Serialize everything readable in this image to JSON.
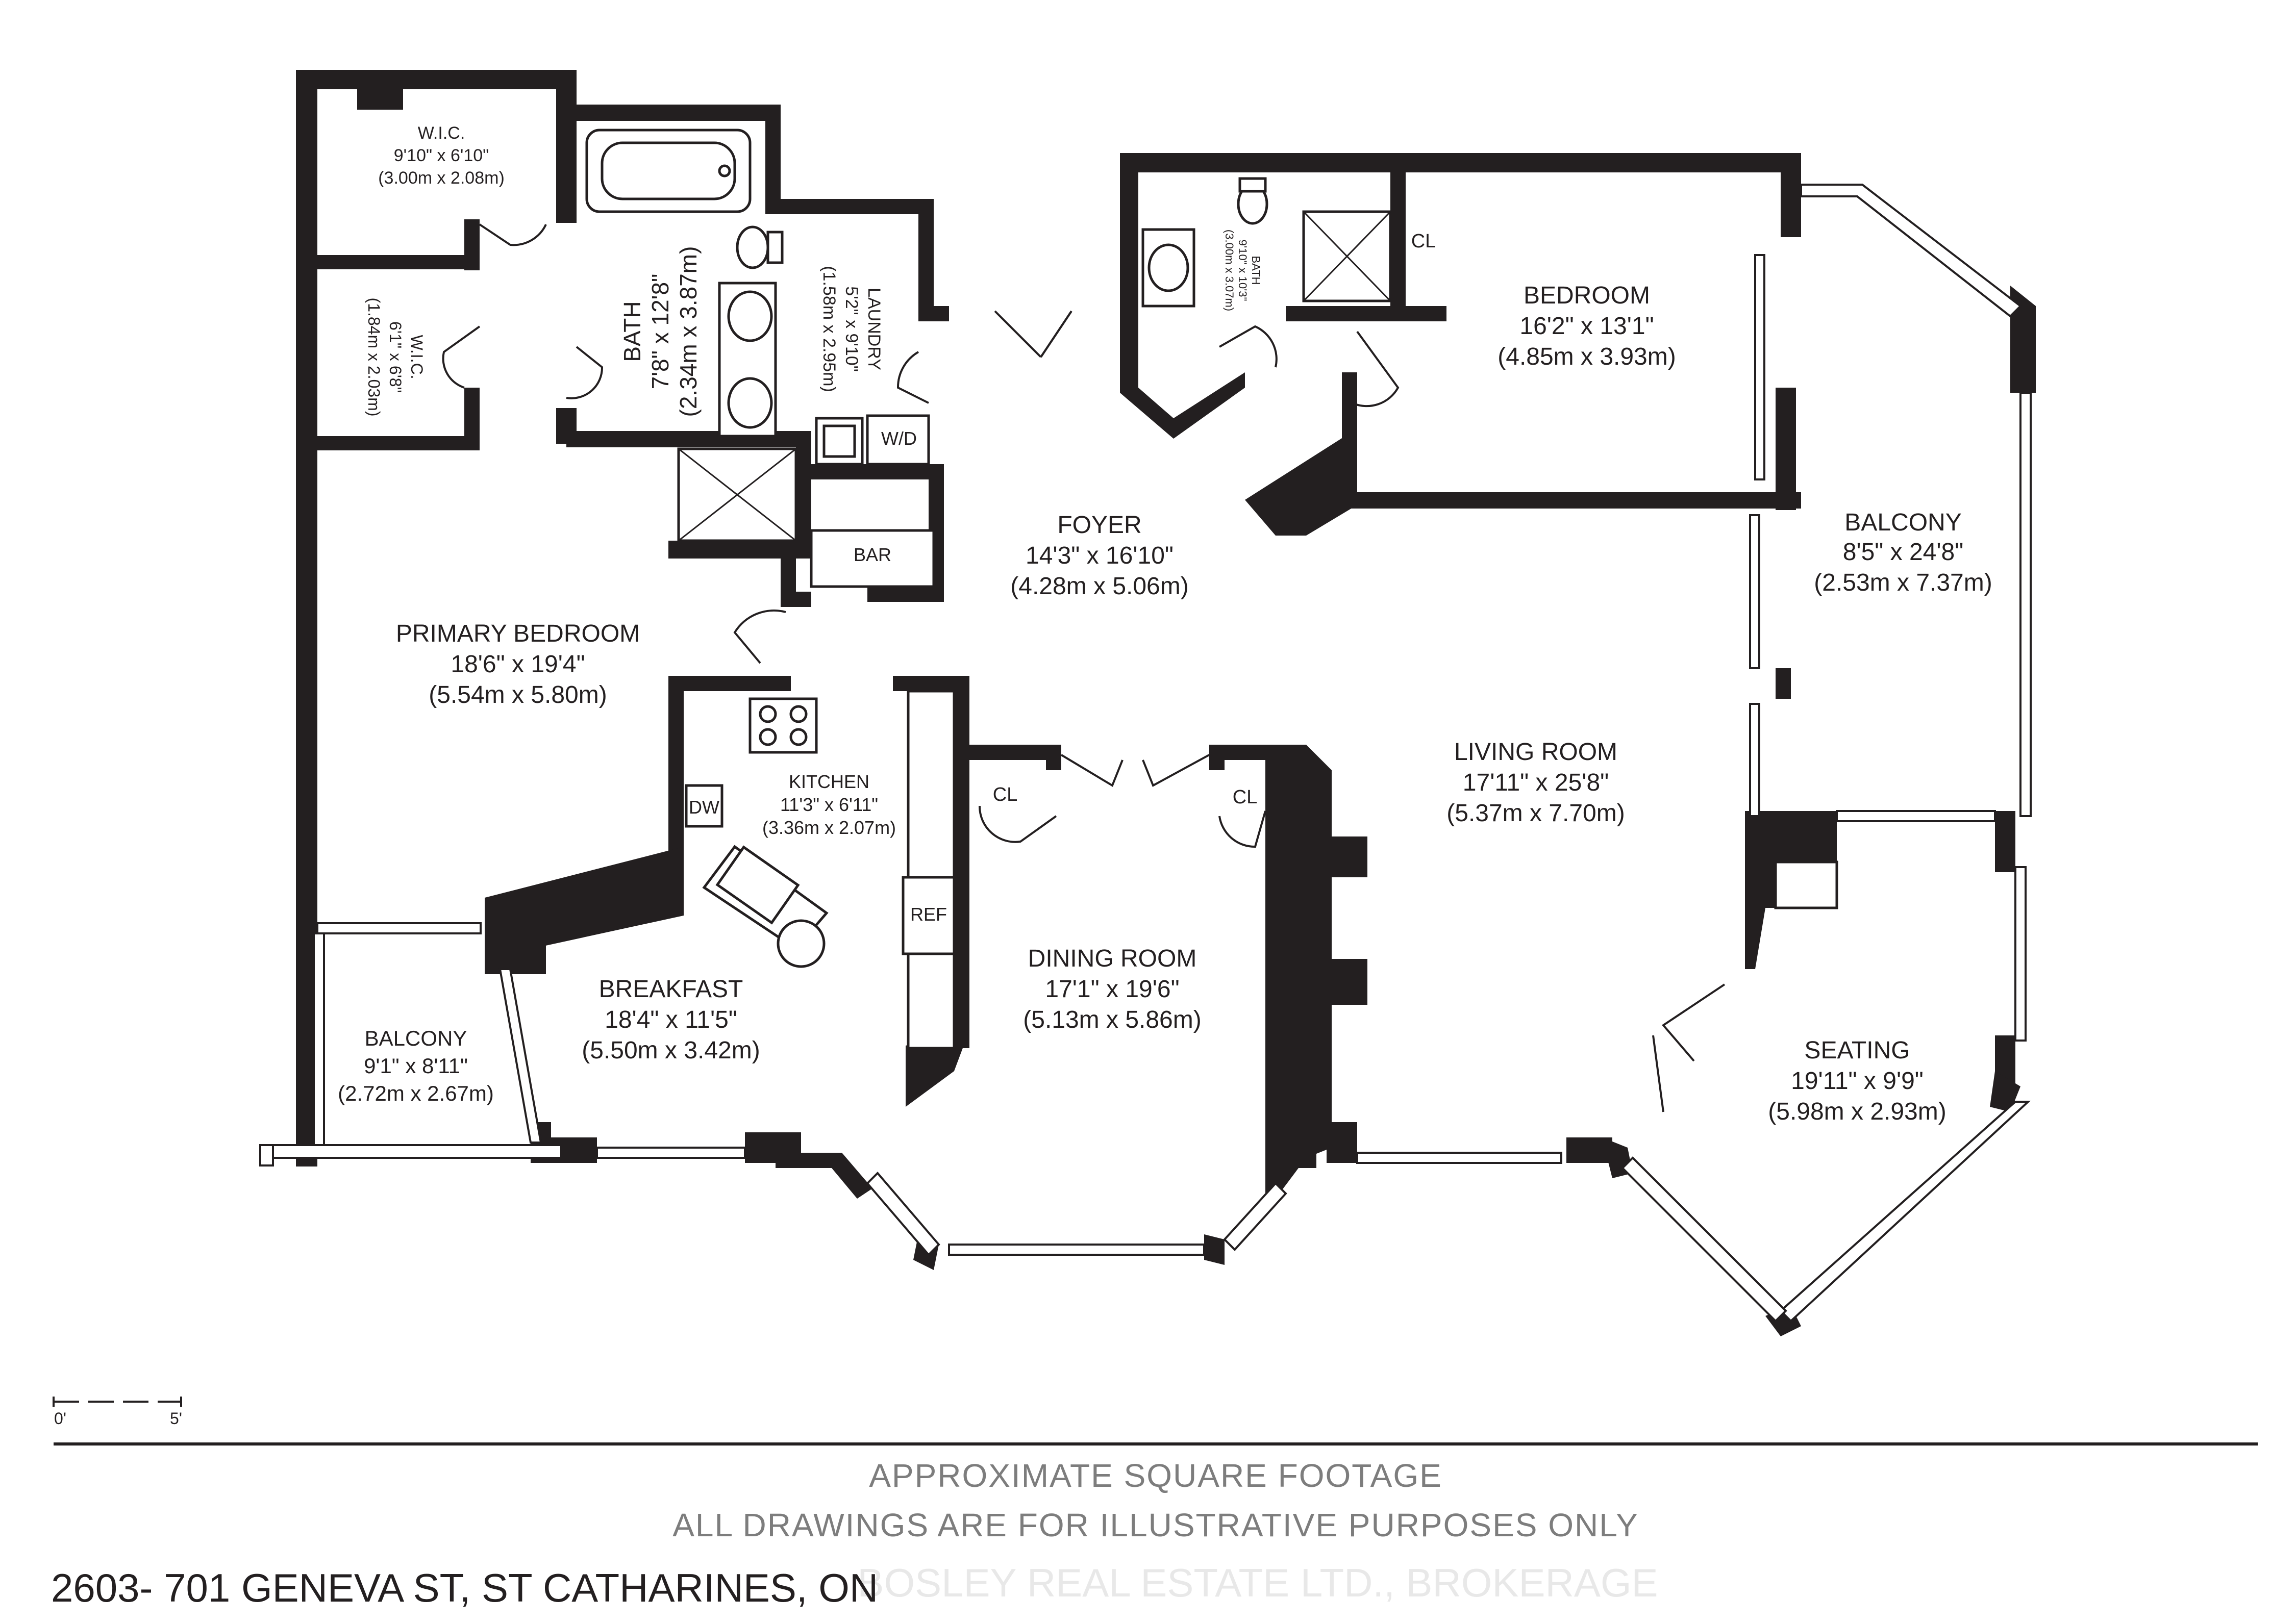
{
  "rooms": {
    "wic1": {
      "name": "W.I.C.",
      "dim_imperial": "9'10\" x 6'10\"",
      "dim_metric": "(3.00m x 2.08m)"
    },
    "wic2": {
      "name": "W.I.C.",
      "dim_imperial": "6'1\" x 6'8\"",
      "dim_metric": "(1.84m x 2.03m)"
    },
    "bath_primary": {
      "name": "BATH",
      "dim_imperial": "7'8\" x 12'8\"",
      "dim_metric": "(2.34m x 3.87m)"
    },
    "laundry": {
      "name": "LAUNDRY",
      "dim_imperial": "5'2\" x 9'10\"",
      "dim_metric": "(1.58m x 2.95m)"
    },
    "bath_second": {
      "name": "BATH",
      "dim_imperial": "9'10\" x 10'3\"",
      "dim_metric": "(3.00m x 3.07m)"
    },
    "bedroom": {
      "name": "BEDROOM",
      "dim_imperial": "16'2\" x 13'1\"",
      "dim_metric": "(4.85m x 3.93m)"
    },
    "foyer": {
      "name": "FOYER",
      "dim_imperial": "14'3\" x 16'10\"",
      "dim_metric": "(4.28m x 5.06m)"
    },
    "balcony_east": {
      "name": "BALCONY",
      "dim_imperial": "8'5\" x 24'8\"",
      "dim_metric": "(2.53m x 7.37m)"
    },
    "primary_bedroom": {
      "name": "PRIMARY BEDROOM",
      "dim_imperial": "18'6\" x 19'4\"",
      "dim_metric": "(5.54m x 5.80m)"
    },
    "kitchen": {
      "name": "KITCHEN",
      "dim_imperial": "11'3\" x 6'11\"",
      "dim_metric": "(3.36m x 2.07m)"
    },
    "living_room": {
      "name": "LIVING ROOM",
      "dim_imperial": "17'11\" x 25'8\"",
      "dim_metric": "(5.37m x 7.70m)"
    },
    "dining_room": {
      "name": "DINING ROOM",
      "dim_imperial": "17'1\" x 19'6\"",
      "dim_metric": "(5.13m x 5.86m)"
    },
    "breakfast": {
      "name": "BREAKFAST",
      "dim_imperial": "18'4\" x 11'5\"",
      "dim_metric": "(5.50m x 3.42m)"
    },
    "balcony_west": {
      "name": "BALCONY",
      "dim_imperial": "9'1\" x 8'11\"",
      "dim_metric": "(2.72m x 2.67m)"
    },
    "seating": {
      "name": "SEATING",
      "dim_imperial": "19'11\" x 9'9\"",
      "dim_metric": "(5.98m x 2.93m)"
    }
  },
  "fixtures": {
    "washer_dryer": "W/D",
    "bar": "BAR",
    "closet_bedroom": "CL",
    "closet_dining_left": "CL",
    "closet_dining_right": "CL",
    "dishwasher": "DW",
    "refrigerator": "REF"
  },
  "scale": {
    "start": "0'",
    "end": "5'"
  },
  "footer": {
    "line1": "APPROXIMATE SQUARE FOOTAGE",
    "line2": "ALL DRAWINGS ARE FOR ILLUSTRATIVE PURPOSES ONLY",
    "address": "2603- 701 GENEVA ST, ST CATHARINES, ON",
    "brokerage_watermark": "BOSLEY REAL ESTATE LTD., BROKERAGE"
  },
  "colors": {
    "wall": "#231f20",
    "footer_text": "#7d7d7d",
    "watermark": "#e8e8e8"
  }
}
